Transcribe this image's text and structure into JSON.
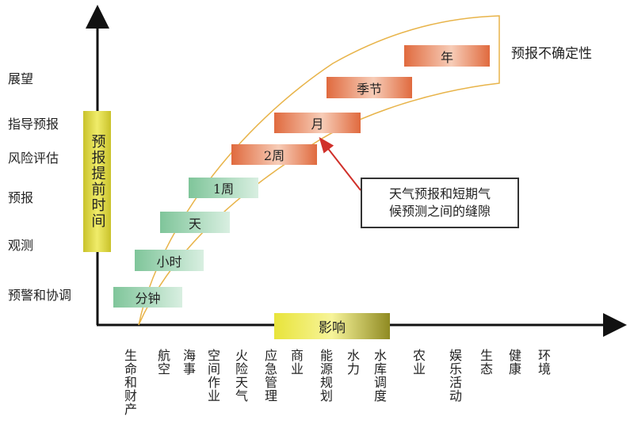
{
  "y_axis_label": "预报提前时间",
  "x_axis_label": "影响",
  "uncertainty_label": "预报不确定性",
  "callout": {
    "line1": "天气预报和短期气",
    "line2": "候预测之间的缝隙"
  },
  "left_labels": [
    "展望",
    "指导预报",
    "风险评估",
    "预报",
    "观测",
    "预警和协调"
  ],
  "time_scales": [
    "分钟",
    "小时",
    "天",
    "1周",
    "2周",
    "月",
    "季节",
    "年"
  ],
  "sectors": [
    "生命和财产",
    "航空",
    "海事",
    "空间作业",
    "火险天气",
    "应急管理",
    "商业",
    "能源规划",
    "水力",
    "水库调度",
    "农业",
    "娱乐活动",
    "生态",
    "健康",
    "环境"
  ],
  "colors": {
    "weather": "#7fc59a",
    "climate": "#e06a3e",
    "envelope": "#e8b44a",
    "arrow": "#d0302a"
  }
}
